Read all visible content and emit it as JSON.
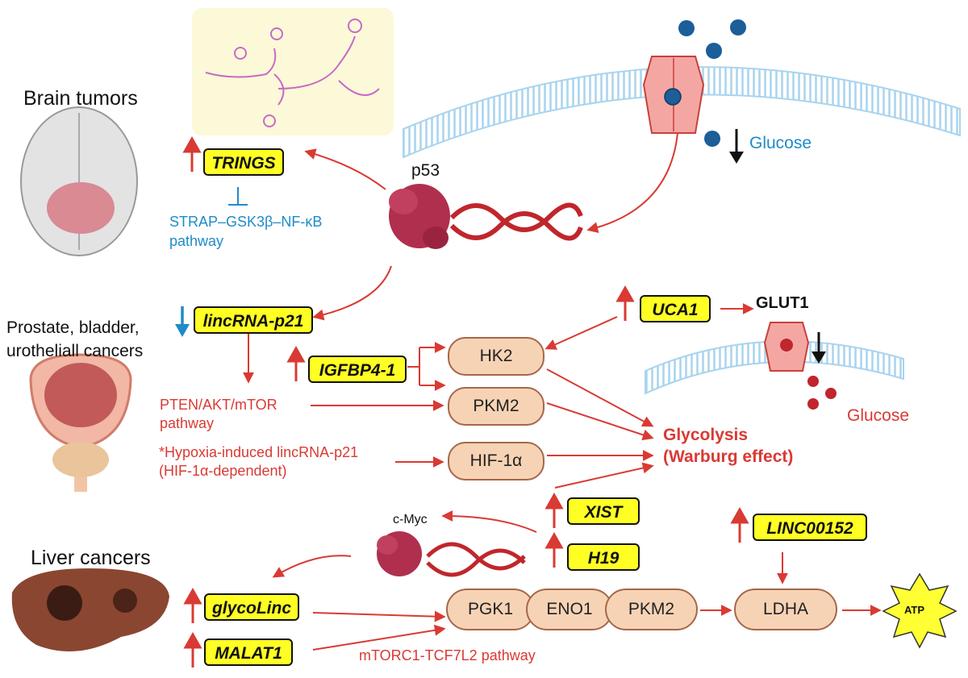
{
  "sections": {
    "brain": "Brain tumors",
    "prostate_line1": "Prostate, bladder,",
    "prostate_line2": "urotheliall cancers",
    "liver": "Liver cancers"
  },
  "labels": {
    "p53": "p53",
    "glucose_top": "Glucose",
    "glut1": "GLUT1",
    "glucose_right": "Glucose",
    "cmyc": "c-Myc",
    "strap_line1": "STRAP–GSK3β–NF-κB",
    "strap_line2": "pathway",
    "pten_line1": "PTEN/AKT/mTOR",
    "pten_line2": "pathway",
    "hypoxia_line1": "*Hypoxia-induced lincRNA-p21",
    "hypoxia_line2": "(HIF-1α-dependent)",
    "glycolysis_line1": "Glycolysis",
    "glycolysis_line2": "(Warburg effect)",
    "mtorc1": "mTORC1-TCF7L2 pathway",
    "atp": "ATP"
  },
  "lncrnas": {
    "trings": "TRINGS",
    "lincrna_p21": "lincRNA-p21",
    "igfbp4": "IGFBP4-1",
    "uca1": "UCA1",
    "xist": "XIST",
    "h19": "H19",
    "linc00152": "LINC00152",
    "glycolinc": "glycoLinc",
    "malat1": "MALAT1"
  },
  "enzymes": {
    "hk2": "HK2",
    "pkm2": "PKM2",
    "hif1a": "HIF-1α",
    "pgk1": "PGK1",
    "eno1": "ENO1",
    "pkm2_liver": "PKM2",
    "ldha": "LDHA"
  },
  "colors": {
    "accent_red": "#d93a33",
    "pathway_blue": "#1f8bc9",
    "lncrna_fill": "#ffff24",
    "enzyme_fill": "#f7d3b5",
    "enzyme_border": "#a5674a",
    "membrane_blue": "#a9d4ee"
  }
}
